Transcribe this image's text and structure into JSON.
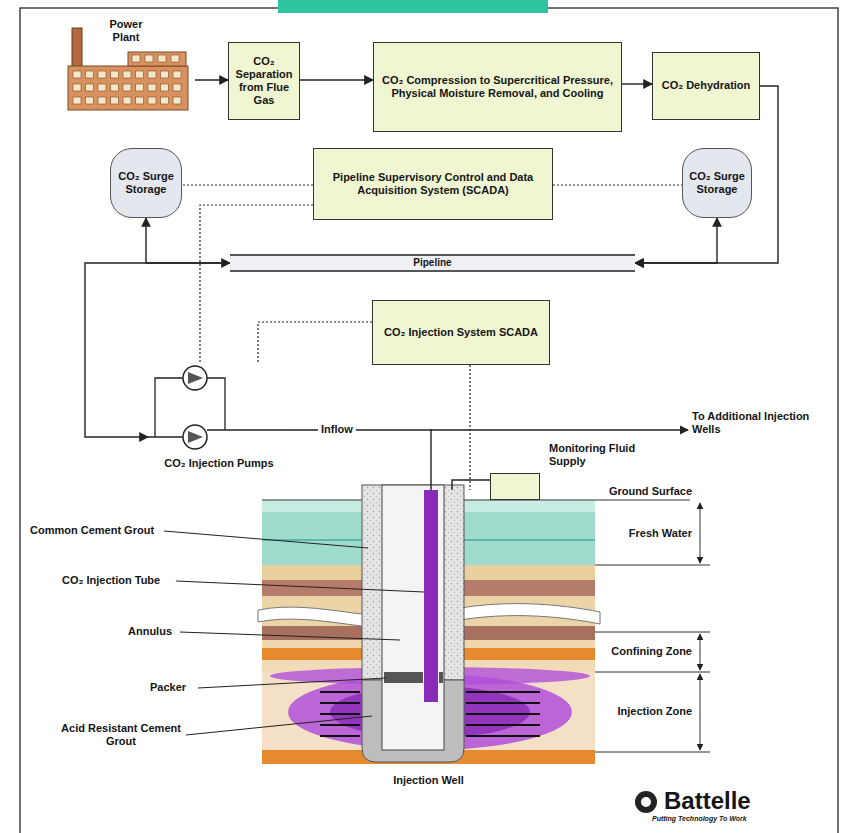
{
  "diagram": {
    "nodes": [
      {
        "text": [
          "Power Plant"
        ]
      },
      {
        "text": [
          "CO₂ Separation from Flue Gas"
        ]
      },
      {
        "text": [
          "CO₂ Compression to Supercritical Pressure, Physical Moisture Removal, and Cooling"
        ]
      },
      {
        "text": [
          "CO₂ Dehydration"
        ]
      },
      {
        "text": [
          "Pipeline Supervisory Control and Data Acquisition System (SCADA)"
        ]
      },
      {
        "text": [
          "CO₂ Surge Storage"
        ]
      },
      {
        "text": [
          "CO₂ Surge Storage"
        ]
      },
      {
        "text": [
          "Pipeline"
        ]
      },
      {
        "text": [
          "CO₂ Injection System SCADA"
        ]
      },
      {
        "text": [
          "Monitoring Fluid Supply"
        ]
      },
      {
        "text": [
          "CO₂ Injection Pumps"
        ]
      },
      {
        "text": [
          "Injection Well"
        ]
      }
    ],
    "edges": [
      {
        "from": 0,
        "to": 1,
        "arrow": "to"
      },
      {
        "from": 1,
        "to": 2,
        "arrow": "to"
      },
      {
        "from": 2,
        "to": 3,
        "arrow": "to"
      },
      {
        "from": 3,
        "to": 7,
        "arrow": "to"
      },
      {
        "from": 5,
        "to": 7,
        "arrow": "both"
      },
      {
        "from": 6,
        "to": 7,
        "arrow": "both"
      },
      {
        "from": 7,
        "to": 10,
        "arrow": "to"
      },
      {
        "from": 4,
        "to": 5,
        "arrow": "none"
      },
      {
        "from": 4,
        "to": 6,
        "arrow": "none"
      },
      {
        "from": 4,
        "to": 10,
        "arrow": "none"
      },
      {
        "from": 8,
        "to": 10,
        "arrow": "none"
      },
      {
        "from": 8,
        "to": 11,
        "arrow": "none"
      },
      {
        "from": 10,
        "to": 11,
        "label": "Inflow",
        "arrow": "none"
      },
      {
        "from": 9,
        "to": 11,
        "arrow": "none"
      }
    ],
    "labels": [
      "To Additional Injection Wells",
      "Ground Surface",
      "Fresh Water",
      "Confining Zone",
      "Injection Zone",
      "Common Cement Grout",
      "CO₂ Injection Tube",
      "Annulus",
      "Packer",
      "Acid Resistant Cement Grout",
      "Battelle",
      "Putting Technology To Work"
    ]
  }
}
